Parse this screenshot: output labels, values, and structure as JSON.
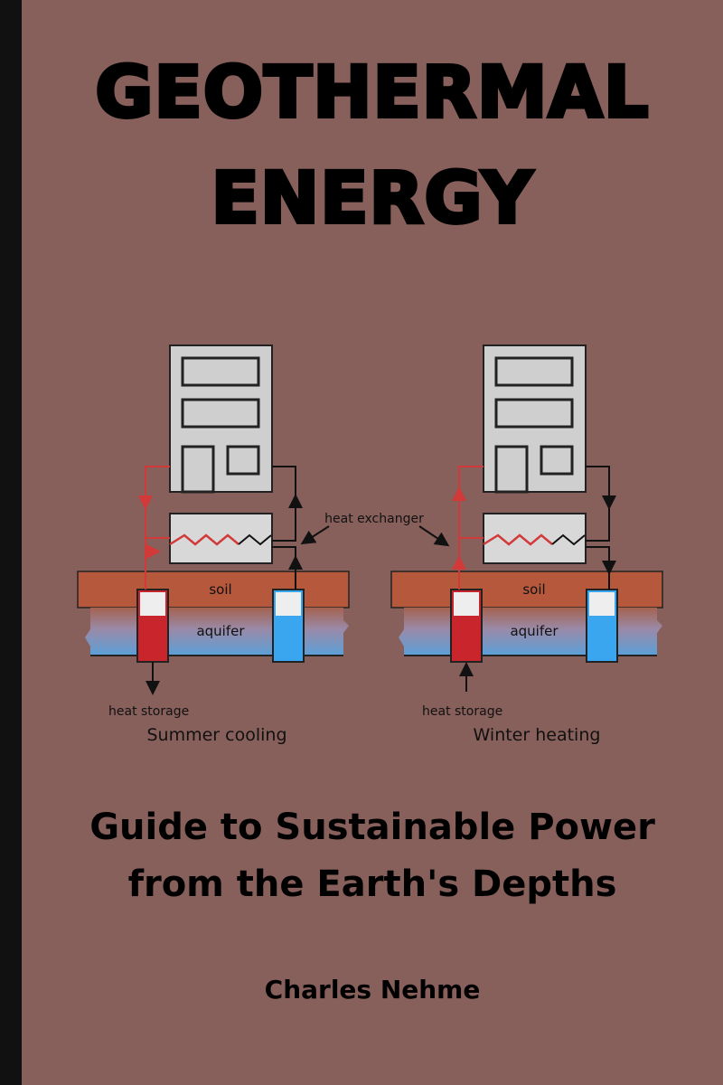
{
  "cover": {
    "title_line1": "GEOTHERMAL",
    "title_line2": "ENERGY",
    "subtitle_line1": "Guide to Sustainable Power",
    "subtitle_line2": "from the Earth's Depths",
    "author": "Charles Nehme"
  },
  "diagram": {
    "heat_exchanger_label": "heat exchanger",
    "left": {
      "soil_label": "soil",
      "aquifer_label": "aquifer",
      "storage_label": "heat storage",
      "caption": "Summer cooling"
    },
    "right": {
      "soil_label": "soil",
      "aquifer_label": "aquifer",
      "storage_label": "heat storage",
      "caption": "Winter heating"
    }
  },
  "colors": {
    "background": "#875f5b",
    "spine": "#111111",
    "soil": "#b5583c",
    "aquifer": "#5aa0d8",
    "hot_well": "#c8252c",
    "cold_well": "#3aa6f0",
    "hot_pipe": "#d23a3a"
  }
}
